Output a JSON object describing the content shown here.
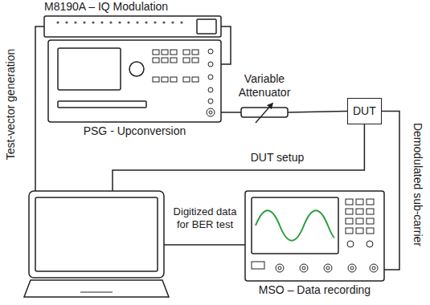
{
  "diagram": {
    "nodes": [
      {
        "text": [
          "M8190A – IQ Modulation"
        ]
      },
      {
        "text": [
          "PSG - Upconversion"
        ]
      },
      {
        "text": [
          "Variable Attenuator"
        ]
      },
      {
        "text": [
          "DUT"
        ]
      },
      {
        "text": []
      },
      {
        "text": [
          "MSO – Data recording"
        ]
      }
    ],
    "edges": [
      {
        "from": 0,
        "to": 1,
        "arrow": "none"
      },
      {
        "from": 1,
        "to": 2,
        "arrow": "none"
      },
      {
        "from": 2,
        "to": 3,
        "arrow": "none"
      },
      {
        "from": 4,
        "to": 0,
        "label": "Test-vector generation",
        "arrow": "none"
      },
      {
        "from": 4,
        "to": 3,
        "label": "DUT setup",
        "arrow": "none"
      },
      {
        "from": 3,
        "to": 5,
        "label": "Demodulated sub-carrier",
        "arrow": "none"
      },
      {
        "from": 5,
        "to": 4,
        "label": "Digitized data for BER test",
        "arrow": "none"
      }
    ]
  }
}
